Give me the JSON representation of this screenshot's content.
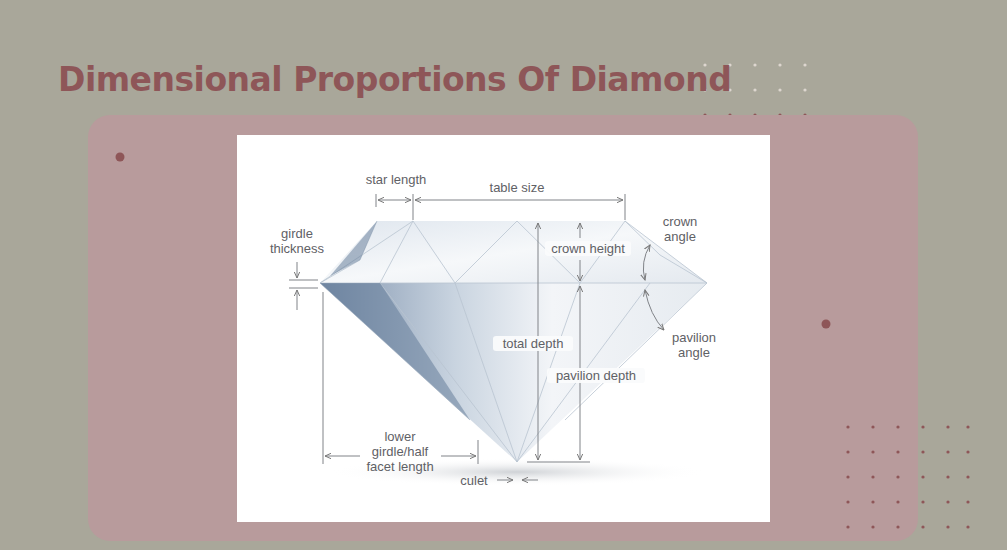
{
  "diagram": {
    "title": "Dimensional Proportions Of Diamond",
    "labels": [
      "star length",
      "table size",
      "girdle thickness",
      "crown height",
      "crown angle",
      "total depth",
      "pavilion angle",
      "pavilion depth",
      "lower girdle/half facet length",
      "culet"
    ]
  }
}
